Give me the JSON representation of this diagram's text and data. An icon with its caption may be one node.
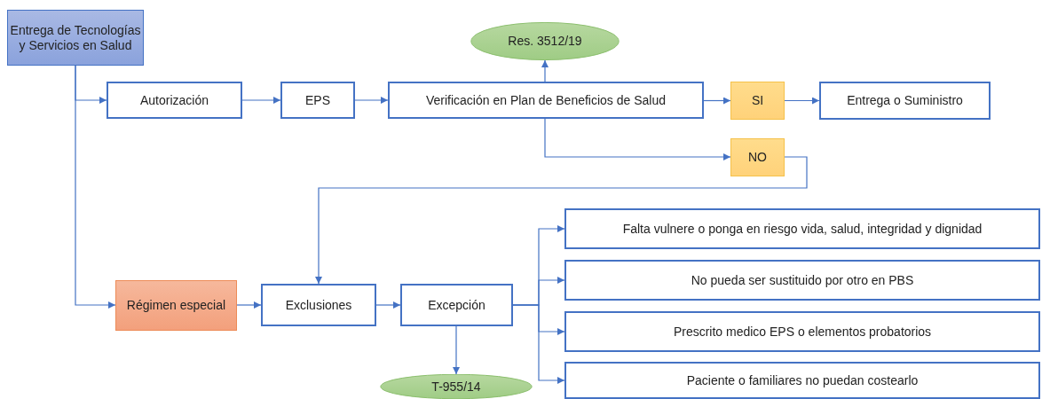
{
  "diagram": {
    "nodes": [
      {
        "text": [
          "Entrega de Tecnologías y Servicios en Salud"
        ]
      },
      {
        "text": [
          "Res. 3512/19"
        ]
      },
      {
        "text": [
          "Autorización"
        ]
      },
      {
        "text": [
          "EPS"
        ]
      },
      {
        "text": [
          "Verificación en Plan de Beneficios de Salud"
        ]
      },
      {
        "text": [
          "SI"
        ]
      },
      {
        "text": [
          "Entrega o Suministro"
        ]
      },
      {
        "text": [
          "NO"
        ]
      },
      {
        "text": [
          "Régimen especial"
        ]
      },
      {
        "text": [
          "Exclusiones"
        ]
      },
      {
        "text": [
          "Excepción"
        ]
      },
      {
        "text": [
          "T-955/14"
        ]
      },
      {
        "text": [
          "Falta vulnere o ponga en riesgo vida, salud, integridad y dignidad"
        ]
      },
      {
        "text": [
          "No pueda ser sustituido por otro en PBS"
        ]
      },
      {
        "text": [
          "Prescrito medico EPS o elementos probatorios"
        ]
      },
      {
        "text": [
          "Paciente o familiares no puedan costearlo"
        ]
      }
    ],
    "edges": [
      {
        "from": 0,
        "to": 2,
        "arrow": "to"
      },
      {
        "from": 0,
        "to": 8,
        "arrow": "to"
      },
      {
        "from": 2,
        "to": 3,
        "arrow": "to"
      },
      {
        "from": 3,
        "to": 4,
        "arrow": "to"
      },
      {
        "from": 4,
        "to": 1,
        "arrow": "to"
      },
      {
        "from": 4,
        "to": 5,
        "arrow": "to"
      },
      {
        "from": 5,
        "to": 6,
        "arrow": "to"
      },
      {
        "from": 4,
        "to": 7,
        "arrow": "to"
      },
      {
        "from": 7,
        "to": 9,
        "arrow": "to"
      },
      {
        "from": 8,
        "to": 9,
        "arrow": "to"
      },
      {
        "from": 9,
        "to": 10,
        "arrow": "to"
      },
      {
        "from": 10,
        "to": 11,
        "arrow": "to"
      },
      {
        "from": 10,
        "to": 12,
        "arrow": "to"
      },
      {
        "from": 10,
        "to": 13,
        "arrow": "to"
      },
      {
        "from": 10,
        "to": 14,
        "arrow": "to"
      },
      {
        "from": 10,
        "to": 15,
        "arrow": "to"
      }
    ]
  }
}
